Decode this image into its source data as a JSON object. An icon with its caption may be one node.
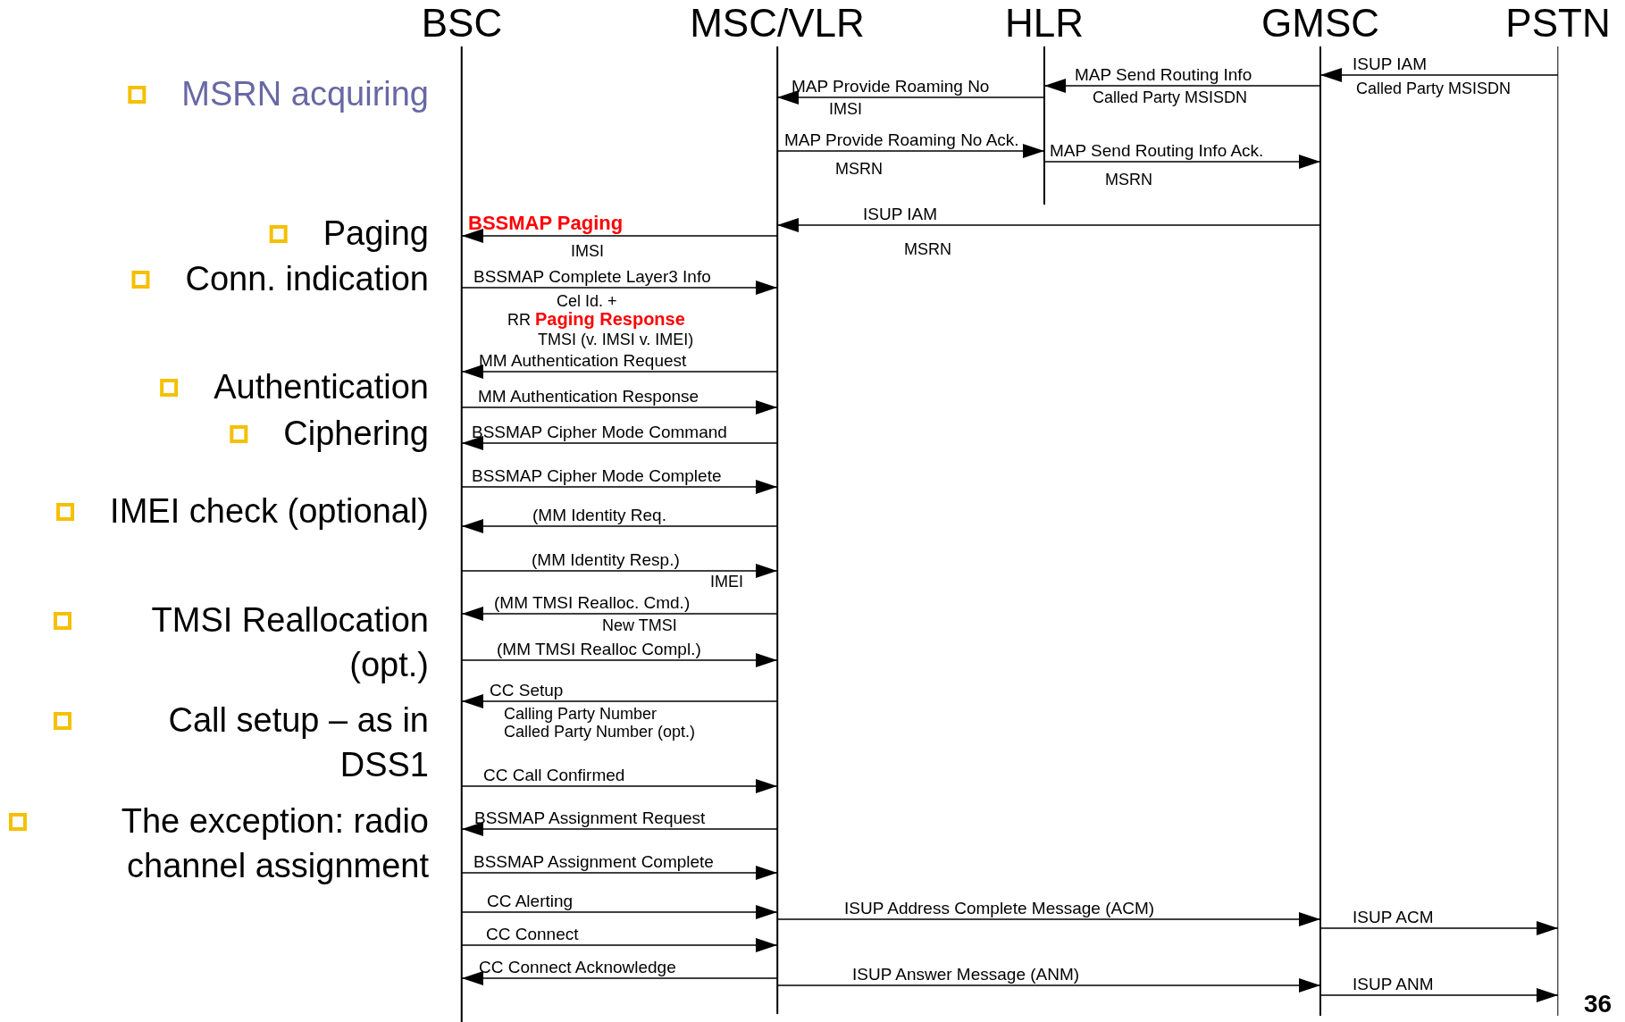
{
  "diagram": {
    "nodes": [
      {
        "text": [
          "BSC"
        ]
      },
      {
        "text": [
          "MSC/VLR"
        ]
      },
      {
        "text": [
          "HLR"
        ]
      },
      {
        "text": [
          "GMSC"
        ]
      },
      {
        "text": [
          "PSTN"
        ]
      }
    ],
    "edges": [
      {
        "from": 3,
        "to": 2,
        "arrow": "to",
        "label": "MAP Send Routing Info"
      },
      {
        "from": 2,
        "to": 1,
        "arrow": "to",
        "label": "MAP Provide Roaming No"
      },
      {
        "from": 4,
        "to": 3,
        "arrow": "to",
        "label": "ISUP IAM"
      },
      {
        "from": 1,
        "to": 2,
        "arrow": "to",
        "label": "MAP Provide Roaming No Ack."
      },
      {
        "from": 2,
        "to": 3,
        "arrow": "to",
        "label": "MAP Send Routing Info Ack."
      },
      {
        "from": 3,
        "to": 1,
        "arrow": "to",
        "label": "ISUP IAM"
      },
      {
        "from": 1,
        "to": 0,
        "arrow": "to",
        "label": "BSSMAP Paging"
      },
      {
        "from": 0,
        "to": 1,
        "arrow": "to",
        "label": "BSSMAP Complete Layer3 Info"
      },
      {
        "from": 1,
        "to": 0,
        "arrow": "to",
        "label": "MM Authentication Request"
      },
      {
        "from": 0,
        "to": 1,
        "arrow": "to",
        "label": "MM Authentication Response"
      },
      {
        "from": 1,
        "to": 0,
        "arrow": "to",
        "label": "BSSMAP Cipher Mode Command"
      },
      {
        "from": 0,
        "to": 1,
        "arrow": "to",
        "label": "BSSMAP Cipher Mode Complete"
      },
      {
        "from": 1,
        "to": 0,
        "arrow": "to",
        "label": "(MM Identity Req."
      },
      {
        "from": 0,
        "to": 1,
        "arrow": "to",
        "label": "(MM Identity Resp.)"
      },
      {
        "from": 1,
        "to": 0,
        "arrow": "to",
        "label": "(MM TMSI Realloc. Cmd.)"
      },
      {
        "from": 0,
        "to": 1,
        "arrow": "to",
        "label": "(MM TMSI Realloc Compl.)"
      },
      {
        "from": 1,
        "to": 0,
        "arrow": "to",
        "label": "CC Setup"
      },
      {
        "from": 0,
        "to": 1,
        "arrow": "to",
        "label": "CC Call Confirmed"
      },
      {
        "from": 1,
        "to": 0,
        "arrow": "to",
        "label": "BSSMAP Assignment Request"
      },
      {
        "from": 0,
        "to": 1,
        "arrow": "to",
        "label": "BSSMAP Assignment Complete"
      },
      {
        "from": 0,
        "to": 1,
        "arrow": "to",
        "label": "CC Alerting"
      },
      {
        "from": 1,
        "to": 3,
        "arrow": "to",
        "label": "ISUP Address Complete Message (ACM)"
      },
      {
        "from": 3,
        "to": 4,
        "arrow": "to",
        "label": "ISUP ACM"
      },
      {
        "from": 0,
        "to": 1,
        "arrow": "to",
        "label": "CC Connect"
      },
      {
        "from": 1,
        "to": 0,
        "arrow": "to",
        "label": "CC Connect Acknowledge"
      },
      {
        "from": 1,
        "to": 3,
        "arrow": "to",
        "label": "ISUP Answer Message (ANM)"
      },
      {
        "from": 3,
        "to": 4,
        "arrow": "to",
        "label": "ISUP ANM"
      }
    ],
    "labels": [
      "MSRN acquiring",
      "Paging",
      "Conn. indication",
      "Authentication",
      "Ciphering",
      "IMEI check (optional)",
      "TMSI Reallocation (opt.)",
      "Call setup – as in DSS1",
      "The exception: radio channel assignment",
      "Called Party MSISDN",
      "Called Party MSISDN",
      "IMSI",
      "MSRN",
      "MSRN",
      "MSRN",
      "IMSI",
      "Cel Id. +",
      "RR **Paging Response**",
      "TMSI (v. IMSI v. IMEI)",
      "IMEI",
      "New TMSI",
      "Calling Party Number",
      "Called Party Number (opt.)",
      "36"
    ]
  }
}
